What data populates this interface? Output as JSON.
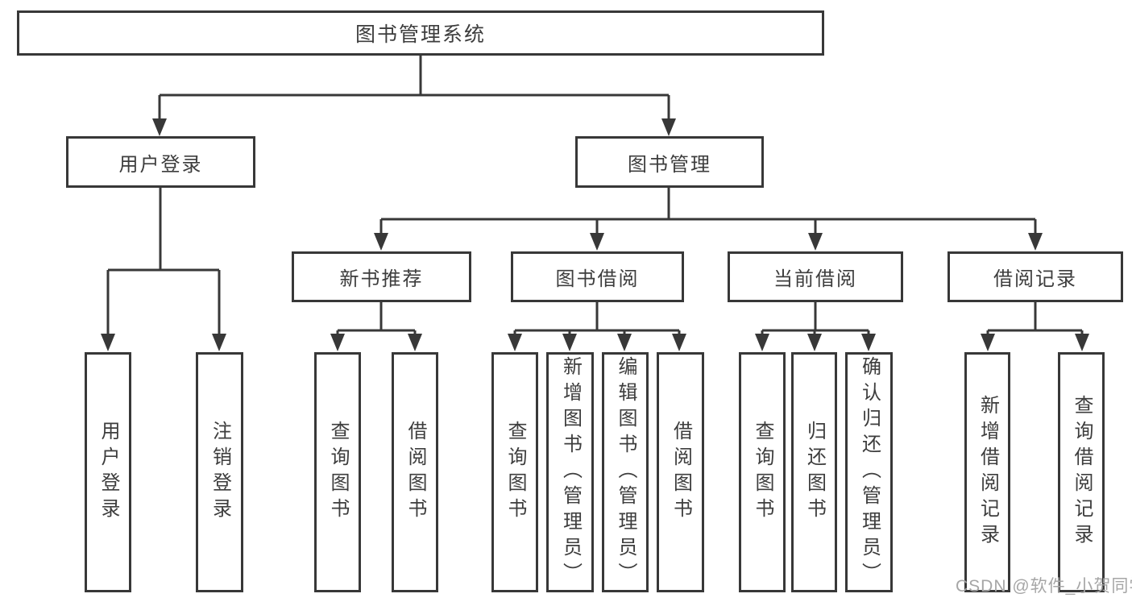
{
  "title": "图书管理系统",
  "watermark": "CSDN @软件_小贺同学",
  "colors": {
    "line": "#383838",
    "box_border": "#383838",
    "text": "#3d3d3d",
    "background": "#ffffff",
    "watermark": "#a6a6a6"
  },
  "nodes": {
    "root": {
      "label": "图书管理系统"
    },
    "level2": [
      {
        "label": "用户登录"
      },
      {
        "label": "图书管理"
      }
    ],
    "level3": [
      {
        "label": "新书推荐"
      },
      {
        "label": "图书借阅"
      },
      {
        "label": "当前借阅"
      },
      {
        "label": "借阅记录"
      }
    ],
    "leaves": {
      "user_login": [
        {
          "label": "用户登录"
        },
        {
          "label": "注销登录"
        }
      ],
      "new_book_recommend": [
        {
          "label": "查询图书"
        },
        {
          "label": "借阅图书"
        }
      ],
      "book_borrow": [
        {
          "label": "查询图书"
        },
        {
          "label": "新增图书（管理员）"
        },
        {
          "label": "编辑图书（管理员）"
        },
        {
          "label": "借阅图书"
        }
      ],
      "current_borrow": [
        {
          "label": "查询图书"
        },
        {
          "label": "归还图书"
        },
        {
          "label": "确认归还（管理员）"
        }
      ],
      "borrow_record": [
        {
          "label": "新增借阅记录"
        },
        {
          "label": "查询借阅记录"
        }
      ]
    }
  }
}
